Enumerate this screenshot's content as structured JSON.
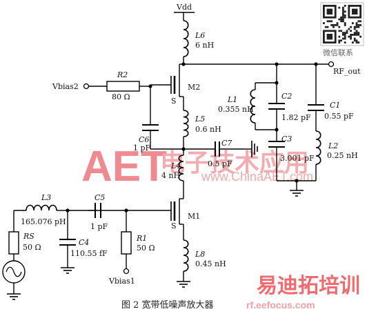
{
  "caption": "图 2  宽带低噪声放大器",
  "labels": {
    "vdd": "Vdd",
    "rf_out": "RF_out",
    "vbias2": "Vbias2",
    "vbias1": "Vbias1",
    "m2": "M2",
    "m1": "M1",
    "s2": "S",
    "s1": "S"
  },
  "components": {
    "l6": {
      "name": "L6",
      "value": "6 nH"
    },
    "l5": {
      "name": "L5",
      "value": "0.6 nH"
    },
    "l4": {
      "name": "L4",
      "value": "4 nH"
    },
    "l8": {
      "name": "L8",
      "value": "0.45 nH"
    },
    "l1": {
      "name": "L1",
      "value": "0.355 nH"
    },
    "l2": {
      "name": "L2",
      "value": "0.25 nH"
    },
    "l3": {
      "name": "L3",
      "value": "165.076 pH"
    },
    "r2": {
      "name": "R2",
      "value": "80 Ω"
    },
    "r1": {
      "name": "R1",
      "value": "50 Ω"
    },
    "rs": {
      "name": "RS",
      "value": "50 Ω"
    },
    "c6": {
      "name": "C6",
      "value": "1 pF"
    },
    "c7": {
      "name": "C7",
      "value": "0.5 pF"
    },
    "c2": {
      "name": "C2",
      "value": "1.82 pF"
    },
    "c3": {
      "name": "C3",
      "value": "3.001 pF"
    },
    "c1": {
      "name": "C1",
      "value": "0.55 pF"
    },
    "c5": {
      "name": "C5",
      "value": "1 pF"
    },
    "c4": {
      "name": "C4",
      "value": "110.55 fF"
    }
  },
  "watermark": {
    "logo": "AET",
    "chinese": "电子技术应用",
    "url": "www.ChinaAET.com",
    "yidi": "易迪拓培训",
    "eefocus": "rf.eefocus.com"
  },
  "qr": {
    "caption": "微信联系"
  }
}
